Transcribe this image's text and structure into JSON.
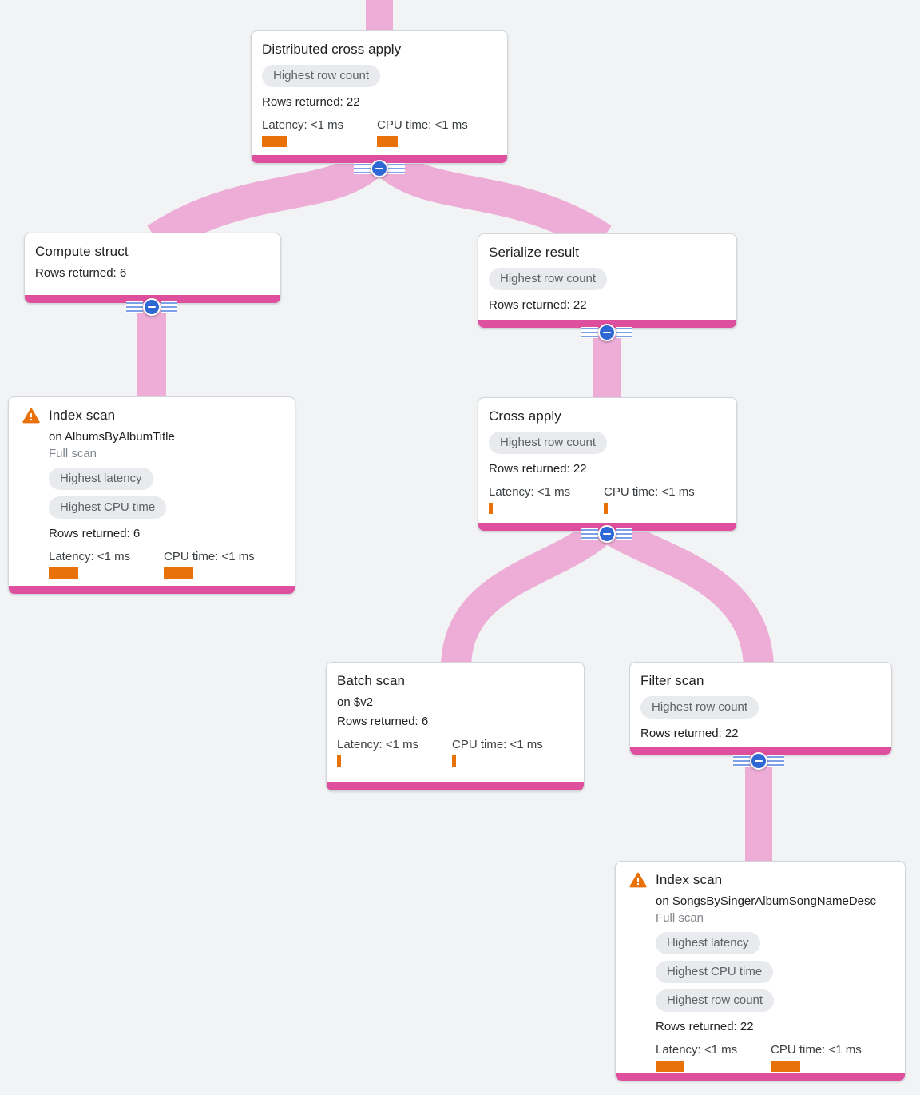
{
  "canvas": {
    "background_color": "#f1f3f4",
    "link_color": "#edadd6",
    "node_accent_color": "#de4f9e",
    "metric_bar_color": "#e8710a",
    "warning_color": "#e8710a"
  },
  "nodes": {
    "distributed_cross_apply": {
      "title": "Distributed cross apply",
      "badges": [
        "Highest row count"
      ],
      "rows_returned": "Rows returned: 22",
      "latency_label": "Latency: <1 ms",
      "cpu_label": "CPU time: <1 ms",
      "latency_bar_width": 32,
      "cpu_bar_width": 26
    },
    "compute_struct": {
      "title": "Compute struct",
      "rows_returned": "Rows returned: 6"
    },
    "serialize_result": {
      "title": "Serialize result",
      "badges": [
        "Highest row count"
      ],
      "rows_returned": "Rows returned: 22"
    },
    "index_scan_albums": {
      "title": "Index scan",
      "warning_icon": "warning-triangle",
      "subtitle": "on AlbumsByAlbumTitle",
      "scan_type": "Full scan",
      "badges": [
        "Highest latency",
        "Highest CPU time"
      ],
      "rows_returned": "Rows returned: 6",
      "latency_label": "Latency: <1 ms",
      "cpu_label": "CPU time: <1 ms",
      "latency_bar_width": 37,
      "cpu_bar_width": 37
    },
    "cross_apply": {
      "title": "Cross apply",
      "badges": [
        "Highest row count"
      ],
      "rows_returned": "Rows returned: 22",
      "latency_label": "Latency: <1 ms",
      "cpu_label": "CPU time: <1 ms",
      "latency_bar_width": 5,
      "cpu_bar_width": 5
    },
    "batch_scan": {
      "title": "Batch scan",
      "subtitle": "on $v2",
      "rows_returned": "Rows returned: 6",
      "latency_label": "Latency: <1 ms",
      "cpu_label": "CPU time: <1 ms",
      "latency_bar_width": 5,
      "cpu_bar_width": 5
    },
    "filter_scan": {
      "title": "Filter scan",
      "badges": [
        "Highest row count"
      ],
      "rows_returned": "Rows returned: 22"
    },
    "index_scan_songs": {
      "title": "Index scan",
      "warning_icon": "warning-triangle",
      "subtitle": "on SongsBySingerAlbumSongNameDesc",
      "scan_type": "Full scan",
      "badges": [
        "Highest latency",
        "Highest CPU time",
        "Highest row count"
      ],
      "rows_returned": "Rows returned: 22",
      "latency_label": "Latency: <1 ms",
      "cpu_label": "CPU time: <1 ms",
      "latency_bar_width": 36,
      "cpu_bar_width": 37
    }
  },
  "edges": [
    {
      "from": "offscreen-parent",
      "to": "distributed_cross_apply"
    },
    {
      "from": "distributed_cross_apply",
      "to": "compute_struct"
    },
    {
      "from": "distributed_cross_apply",
      "to": "serialize_result"
    },
    {
      "from": "compute_struct",
      "to": "index_scan_albums"
    },
    {
      "from": "serialize_result",
      "to": "cross_apply"
    },
    {
      "from": "cross_apply",
      "to": "batch_scan"
    },
    {
      "from": "cross_apply",
      "to": "filter_scan"
    },
    {
      "from": "filter_scan",
      "to": "index_scan_songs"
    }
  ]
}
